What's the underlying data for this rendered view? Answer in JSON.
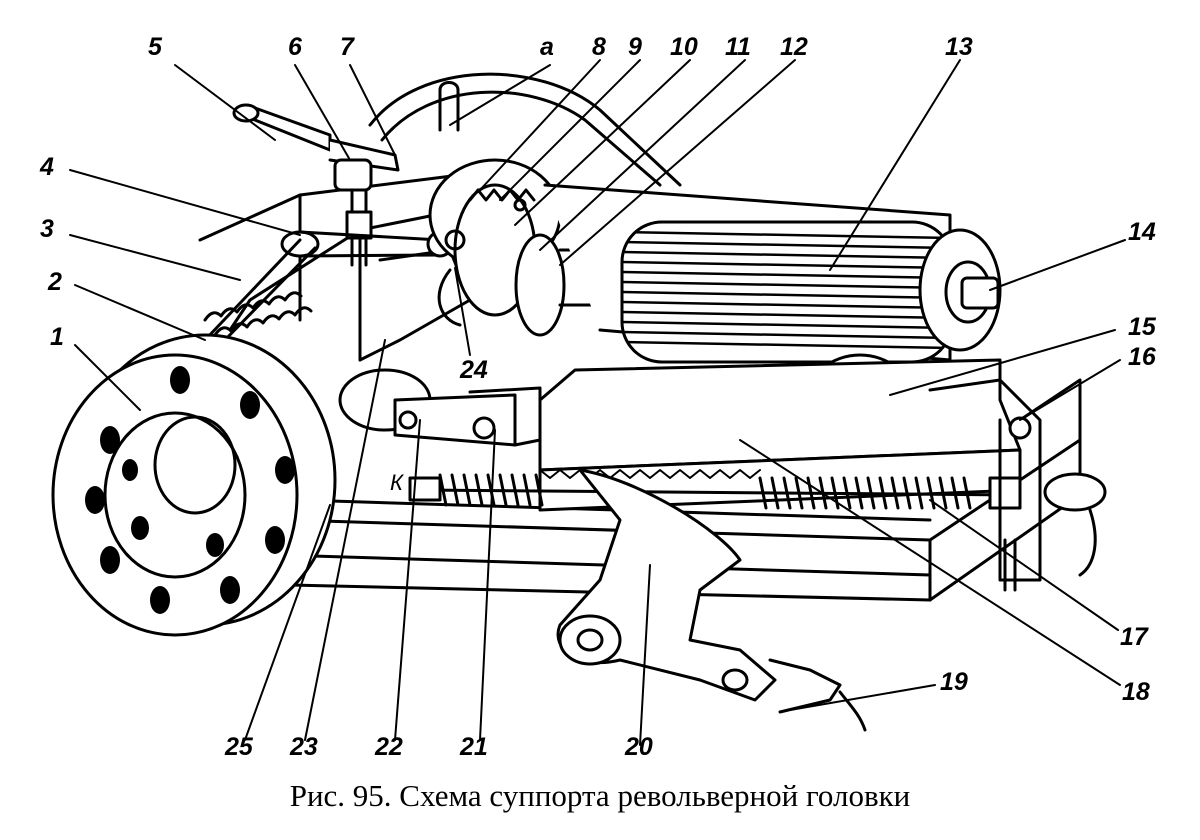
{
  "figure": {
    "callouts": [
      {
        "id": "1",
        "label": "1"
      },
      {
        "id": "2",
        "label": "2"
      },
      {
        "id": "3",
        "label": "3"
      },
      {
        "id": "4",
        "label": "4"
      },
      {
        "id": "5",
        "label": "5"
      },
      {
        "id": "6",
        "label": "6"
      },
      {
        "id": "7",
        "label": "7"
      },
      {
        "id": "a",
        "label": "а"
      },
      {
        "id": "8",
        "label": "8"
      },
      {
        "id": "9",
        "label": "9"
      },
      {
        "id": "10",
        "label": "10"
      },
      {
        "id": "11",
        "label": "11"
      },
      {
        "id": "12",
        "label": "12"
      },
      {
        "id": "13",
        "label": "13"
      },
      {
        "id": "14",
        "label": "14"
      },
      {
        "id": "15",
        "label": "15"
      },
      {
        "id": "16",
        "label": "16"
      },
      {
        "id": "17",
        "label": "17"
      },
      {
        "id": "18",
        "label": "18"
      },
      {
        "id": "19",
        "label": "19"
      },
      {
        "id": "20",
        "label": "20"
      },
      {
        "id": "21",
        "label": "21"
      },
      {
        "id": "22",
        "label": "22"
      },
      {
        "id": "23",
        "label": "23"
      },
      {
        "id": "24",
        "label": "24"
      },
      {
        "id": "25",
        "label": "25"
      }
    ],
    "marker_k": "К",
    "caption": "Рис. 95. Схема суппорта револьверной головки"
  }
}
